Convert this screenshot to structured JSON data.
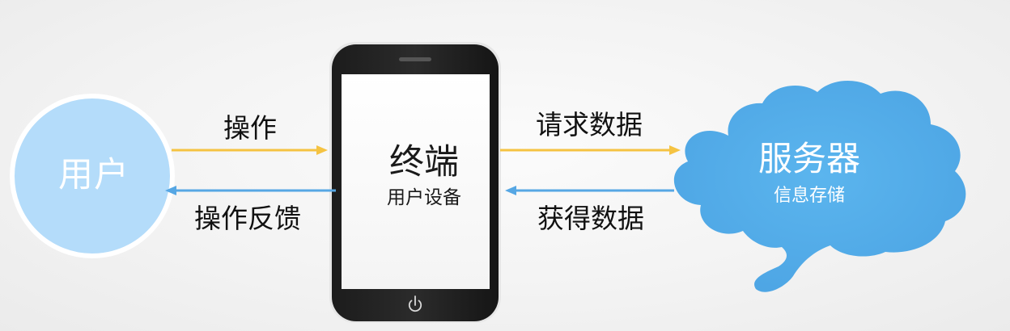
{
  "nodes": {
    "user": {
      "label": "用户",
      "color": "#b4dcfa"
    },
    "terminal": {
      "title": "终端",
      "subtitle": "用户设备"
    },
    "server": {
      "title": "服务器",
      "subtitle": "信息存储",
      "color": "#55aee9"
    }
  },
  "edges": {
    "operate": {
      "label": "操作",
      "color": "#f5c342"
    },
    "feedback": {
      "label": "操作反馈",
      "color": "#56a7e4"
    },
    "request": {
      "label": "请求数据",
      "color": "#f5c342"
    },
    "fetch": {
      "label": "获得数据",
      "color": "#56a7e4"
    }
  },
  "icons": {
    "home_button": "power-icon"
  }
}
